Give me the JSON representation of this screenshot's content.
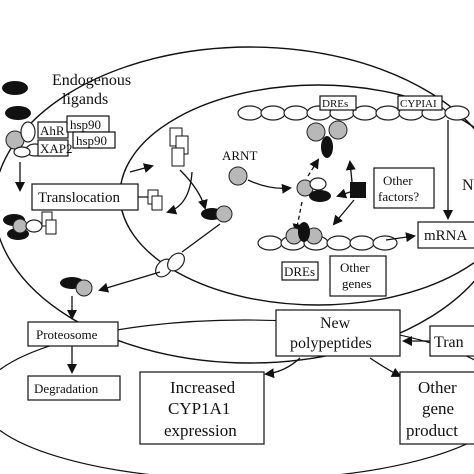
{
  "labels": {
    "endogenous": "Endogenous",
    "ligands": "ligands",
    "ahr": "AhR",
    "hsp90_a": "hsp90",
    "xap2": "XAP2",
    "hsp90_b": "hsp90",
    "translocation": "Translocation",
    "arnt": "ARNT",
    "dres_top": "DREs",
    "cypiai": "CYPIAI",
    "other_factors_1": "Other",
    "other_factors_2": "factors?",
    "nucleus_partial": "N",
    "mrna": "mRNA",
    "dres_bottom": "DREs",
    "other_genes_1": "Other",
    "other_genes_2": "genes",
    "proteosome": "Proteosome",
    "degradation": "Degradation",
    "new_poly_1": "New",
    "new_poly_2": "polypeptides",
    "trans_partial": "Tran",
    "increased_1": "Increased",
    "increased_2": "CYP1A1",
    "increased_3": "expression",
    "other_gene_1": "Other",
    "other_gene_2": "gene",
    "other_gene_3": "product"
  },
  "colors": {
    "line": "#111111",
    "grey_protein": "#b8b8b8",
    "ligand": "#111111"
  }
}
